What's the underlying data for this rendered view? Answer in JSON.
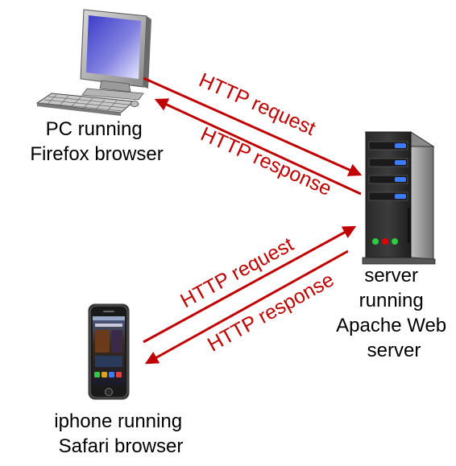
{
  "nodes": {
    "pc": {
      "label_lines": [
        "PC running",
        "Firefox browser"
      ],
      "icon": "desktop-computer-icon"
    },
    "server": {
      "label_lines": [
        "server",
        "running",
        "Apache Web",
        "server"
      ],
      "icon": "server-tower-icon"
    },
    "iphone": {
      "label_lines": [
        "iphone running",
        "Safari browser"
      ],
      "icon": "smartphone-icon"
    }
  },
  "arrows": {
    "pc_request": "HTTP request",
    "pc_response": "HTTP response",
    "iphone_request": "HTTP request",
    "iphone_response": "HTTP response"
  },
  "colors": {
    "arrow": "#c00000",
    "text": "#000000",
    "server_led_green": "#2ecc40",
    "server_led_red": "#e00000",
    "server_drive_blue": "#3a7bff"
  }
}
